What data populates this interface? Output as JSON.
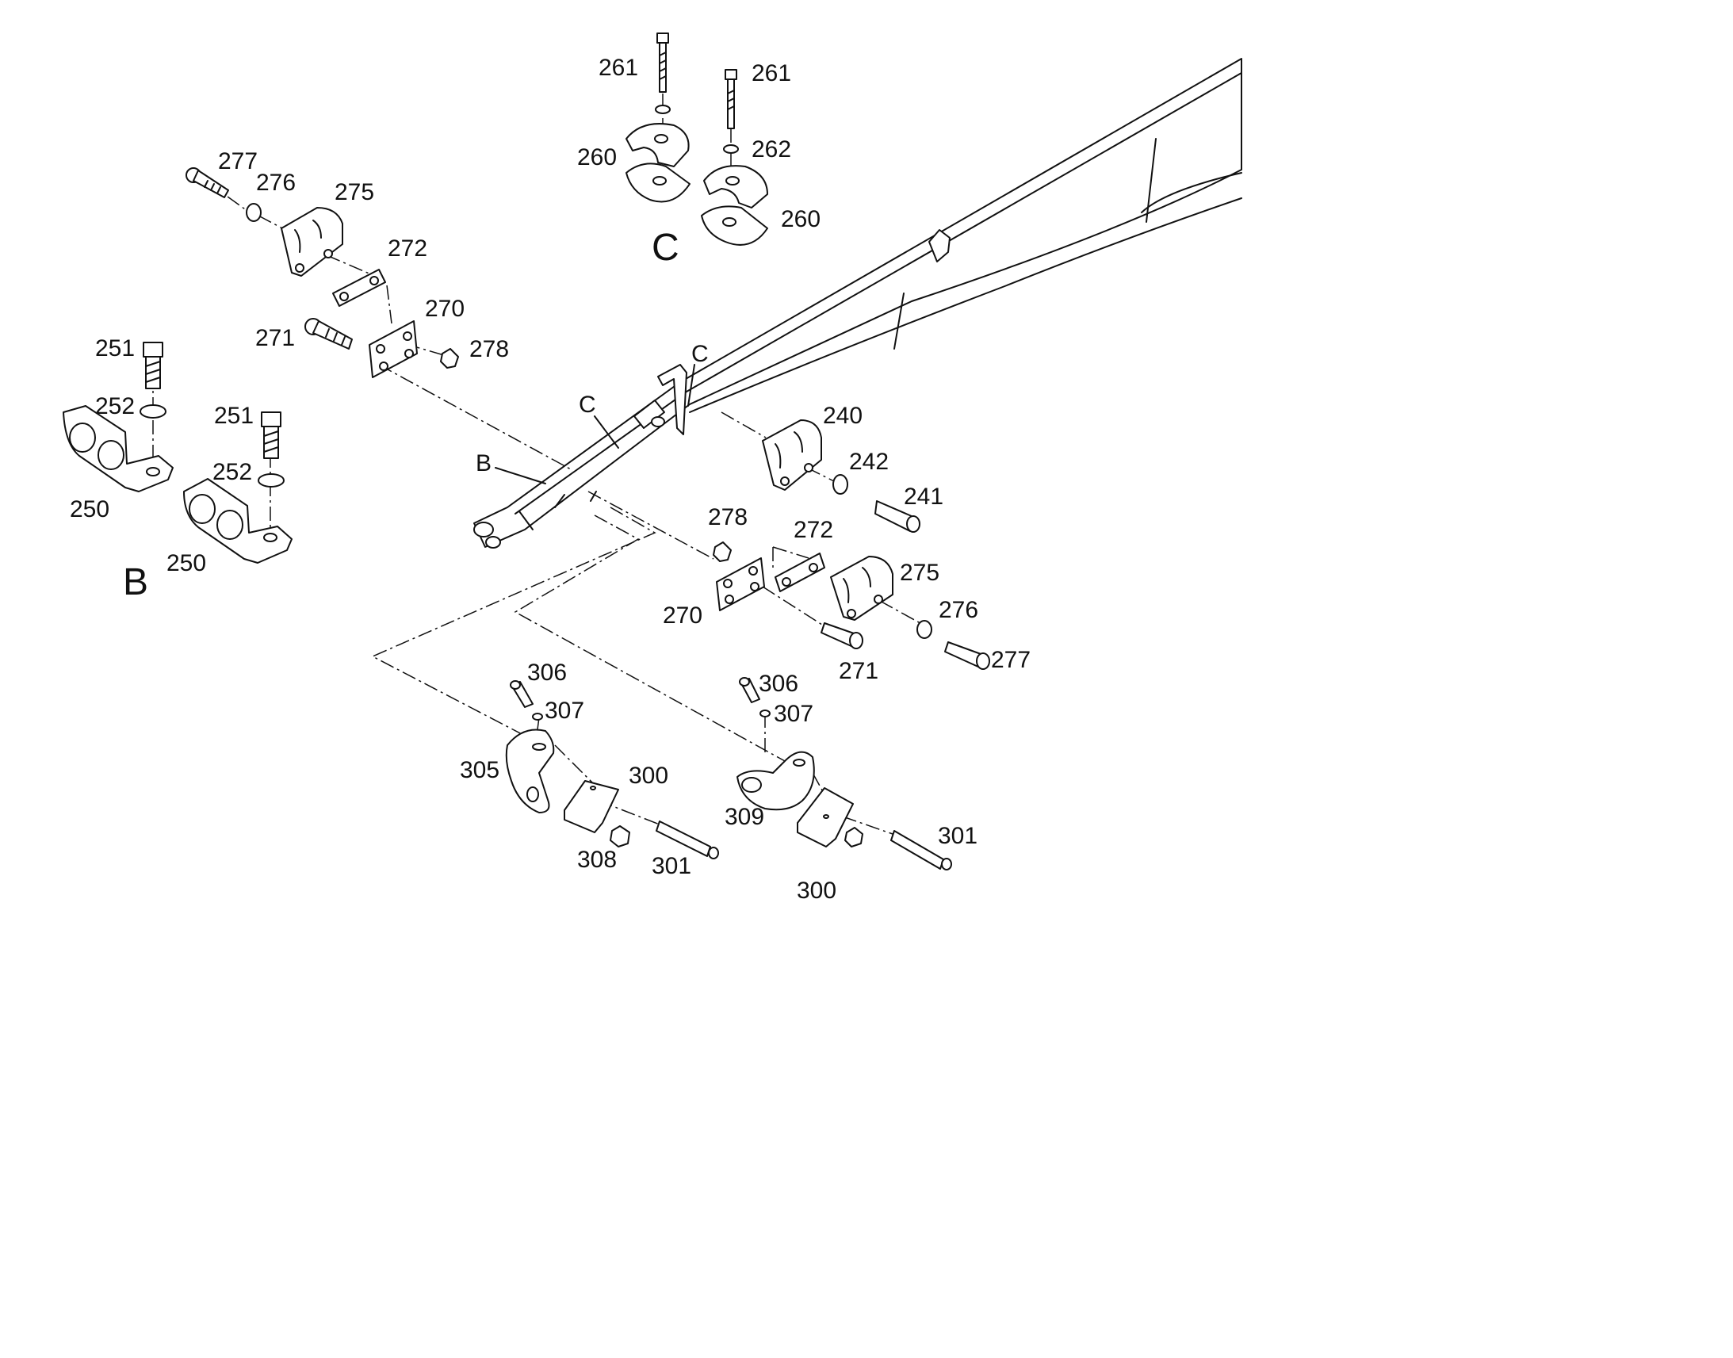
{
  "callouts": [
    {
      "key": "261a",
      "text": "261"
    },
    {
      "key": "261b",
      "text": "261"
    },
    {
      "key": "262",
      "text": "262"
    },
    {
      "key": "260a",
      "text": "260"
    },
    {
      "key": "260b",
      "text": "260"
    },
    {
      "key": "277a",
      "text": "277"
    },
    {
      "key": "276a",
      "text": "276"
    },
    {
      "key": "275a",
      "text": "275"
    },
    {
      "key": "272a",
      "text": "272"
    },
    {
      "key": "270a",
      "text": "270"
    },
    {
      "key": "271a",
      "text": "271"
    },
    {
      "key": "278a",
      "text": "278"
    },
    {
      "key": "251a",
      "text": "251"
    },
    {
      "key": "252a",
      "text": "252"
    },
    {
      "key": "251b",
      "text": "251"
    },
    {
      "key": "252b",
      "text": "252"
    },
    {
      "key": "250a",
      "text": "250"
    },
    {
      "key": "250b",
      "text": "250"
    },
    {
      "key": "240",
      "text": "240"
    },
    {
      "key": "242",
      "text": "242"
    },
    {
      "key": "241",
      "text": "241"
    },
    {
      "key": "278b",
      "text": "278"
    },
    {
      "key": "272b",
      "text": "272"
    },
    {
      "key": "275b",
      "text": "275"
    },
    {
      "key": "270b",
      "text": "270"
    },
    {
      "key": "276b",
      "text": "276"
    },
    {
      "key": "271b",
      "text": "271"
    },
    {
      "key": "277b",
      "text": "277"
    },
    {
      "key": "306a",
      "text": "306"
    },
    {
      "key": "307a",
      "text": "307"
    },
    {
      "key": "306b",
      "text": "306"
    },
    {
      "key": "307b",
      "text": "307"
    },
    {
      "key": "305",
      "text": "305"
    },
    {
      "key": "300a",
      "text": "300"
    },
    {
      "key": "309",
      "text": "309"
    },
    {
      "key": "308",
      "text": "308"
    },
    {
      "key": "301a",
      "text": "301"
    },
    {
      "key": "301b",
      "text": "301"
    },
    {
      "key": "300b",
      "text": "300"
    }
  ],
  "markers": {
    "detail_b": "B",
    "detail_c": "C",
    "boom_b": "B",
    "boom_c1": "C",
    "boom_c2": "C"
  },
  "colors": {
    "ink": "#111111",
    "paper": "#ffffff"
  }
}
